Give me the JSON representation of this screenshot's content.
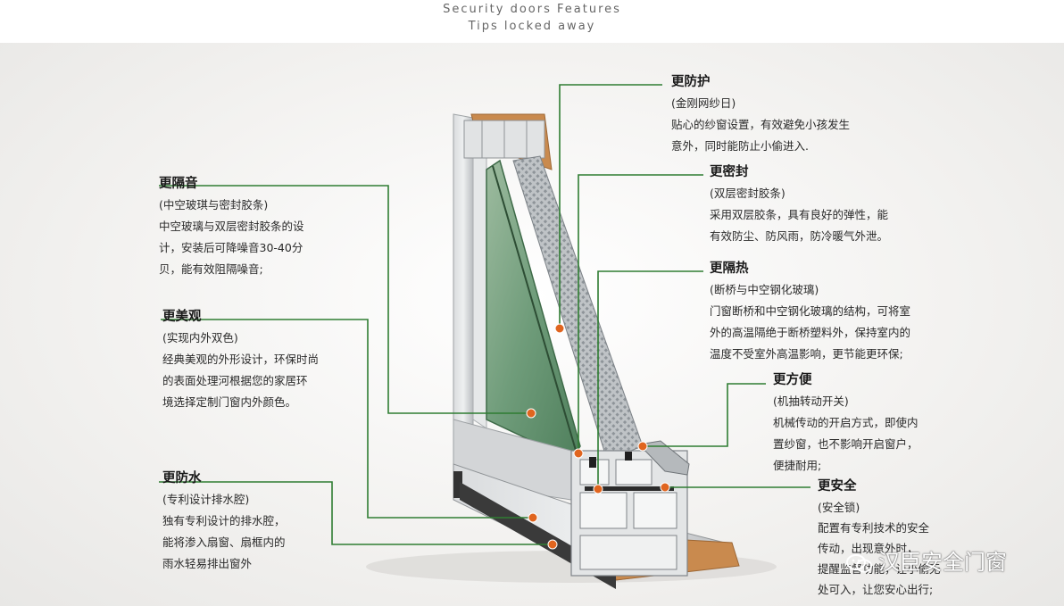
{
  "header": {
    "line1": "Security doors Features",
    "line2": "Tips locked away"
  },
  "colors": {
    "leader_green": "#2f7d32",
    "dot_orange": "#e0651f",
    "frame_gray": "#c9cbcd",
    "wood": "#c98a4e",
    "glass_green": "#6f9c7a"
  },
  "callouts": [
    {
      "id": "fanghu",
      "title": "更防护",
      "sub": "(金刚网纱日)",
      "lines": [
        "贴心的纱窗设置，有效避免小孩发生",
        "意外，同时能防止小偷进入."
      ]
    },
    {
      "id": "mifeng",
      "title": "更密封",
      "sub": "(双层密封胶条)",
      "lines": [
        "采用双层胶条，具有良好的弹性，能",
        "有效防尘、防风雨，防冷暖气外泄。"
      ]
    },
    {
      "id": "gere",
      "title": "更隔热",
      "sub": "(断桥与中空钢化玻璃)",
      "lines": [
        "门窗断桥和中空钢化玻璃的结构，可将室",
        "外的高温隔绝于断桥塑料外，保持室内的",
        "温度不受室外高温影响，更节能更环保;"
      ]
    },
    {
      "id": "fangbian",
      "title": "更方便",
      "sub": "(机抽转动开关)",
      "lines": [
        "机械传动的开启方式，即使内",
        "置纱窗，也不影响开启窗户，",
        "便捷耐用;"
      ]
    },
    {
      "id": "anquan",
      "title": "更安全",
      "sub": "(安全锁)",
      "lines": [
        "配置有专利技术的安全",
        "传动，出现意外时，",
        "提醒监督功能，让小偷无",
        "处可入，让您安心出行;"
      ]
    },
    {
      "id": "geyin",
      "title": "更隔音",
      "sub": "(中空玻琪与密封胶条)",
      "lines": [
        "中空玻璃与双层密封胶条的设",
        "计，安装后可降噪音30-40分",
        "贝，能有效阻隔噪音;"
      ]
    },
    {
      "id": "meiguan",
      "title": "更美观",
      "sub": "(实现内外双色)",
      "lines": [
        "经典美观的外形设计，环保时尚",
        "的表面处理河根据您的家居环",
        "境选择定制门窗内外颜色。"
      ]
    },
    {
      "id": "fangshui",
      "title": "更防水",
      "sub": "(专利设计排水腔)",
      "lines": [
        "独有专利设计的排水腔，",
        "能将渗入扇窗、扇框内的",
        "雨水轻易排出窗外"
      ]
    }
  ],
  "watermark": {
    "text": "汉臣安全门窗",
    "icon": "wechat-icon"
  }
}
